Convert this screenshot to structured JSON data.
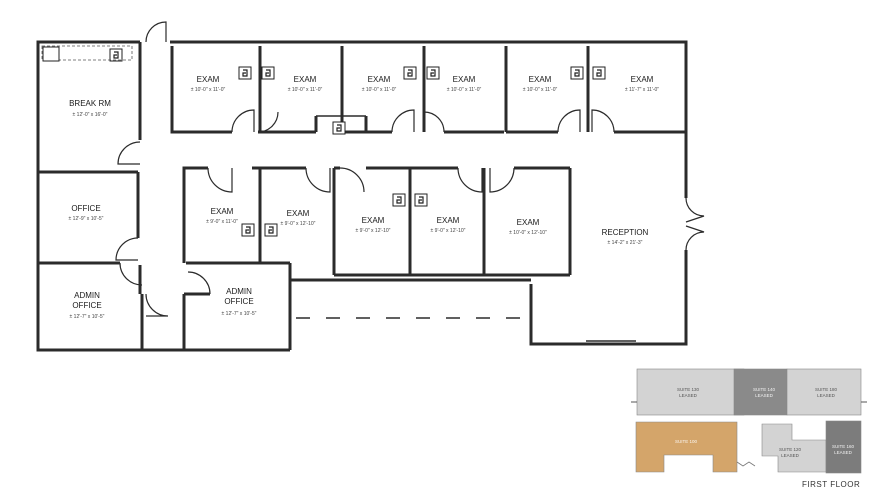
{
  "rooms": {
    "break_rm": {
      "name": "BREAK RM",
      "dim": "± 12'-0\" x 16'-0\""
    },
    "office": {
      "name": "OFFICE",
      "dim": "± 12'-9\" x 10'-5\""
    },
    "admin_office_left": {
      "name_line1": "ADMIN",
      "name_line2": "OFFICE",
      "dim": "± 12'-7\" x 10'-5\""
    },
    "admin_office_right": {
      "name_line1": "ADMIN",
      "name_line2": "OFFICE",
      "dim": "± 12'-7\" x 10'-5\""
    },
    "exam_top_1": {
      "name": "EXAM",
      "dim": "± 10'-0\" x 11'-0\""
    },
    "exam_top_2": {
      "name": "EXAM",
      "dim": "± 10'-0\" x 11'-0\""
    },
    "exam_top_3": {
      "name": "EXAM",
      "dim": "± 10'-0\" x 11'-0\""
    },
    "exam_top_4": {
      "name": "EXAM",
      "dim": "± 10'-0\" x 11'-0\""
    },
    "exam_top_5": {
      "name": "EXAM",
      "dim": "± 10'-0\" x 11'-0\""
    },
    "exam_top_6": {
      "name": "EXAM",
      "dim": "± 11'-7\" x 11'-0\""
    },
    "exam_mid_1": {
      "name": "EXAM",
      "dim": "± 9'-0\" x 11'-0\""
    },
    "exam_mid_2": {
      "name": "EXAM",
      "dim": "± 9'-0\" x 12'-10\""
    },
    "exam_mid_3": {
      "name": "EXAM",
      "dim": "± 9'-0\" x 12'-10\""
    },
    "exam_mid_4": {
      "name": "EXAM",
      "dim": "± 9'-0\" x 12'-10\""
    },
    "exam_mid_5": {
      "name": "EXAM",
      "dim": "± 10'-0\" x 12'-10\""
    },
    "reception": {
      "name": "RECEPTION",
      "dim": "± 14'-2\" x 21'-3\""
    }
  },
  "key_plan": {
    "suites": [
      {
        "line1": "SUITE 130",
        "line2": "LEASED"
      },
      {
        "line1": "SUITE 140",
        "line2": "LEASED"
      },
      {
        "line1": "SUITE 180",
        "line2": "LEASED"
      },
      {
        "line1": "SUITE 100",
        "line2": ""
      },
      {
        "line1": "SUITE 120",
        "line2": "LEASED"
      },
      {
        "line1": "SUITE 160",
        "line2": "LEASED"
      }
    ],
    "colors": {
      "light": "#d3d3d3",
      "mid": "#8a8a8a",
      "dark": "#7c7c7c",
      "highlight": "#d4a56a"
    },
    "floor_label": "FIRST FLOOR"
  },
  "icons": [
    "sink-icon"
  ]
}
